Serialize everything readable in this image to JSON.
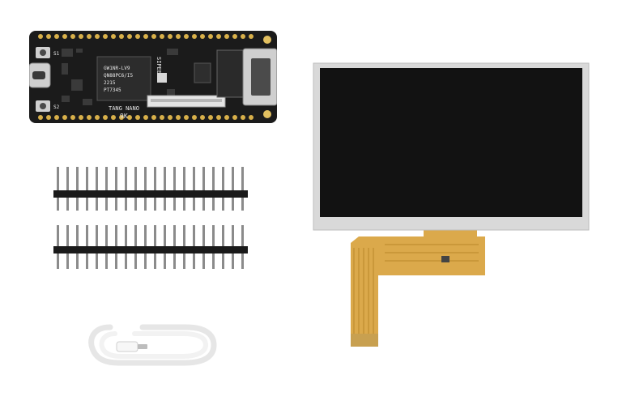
{
  "board": {
    "brand": "SIPEED",
    "model": "TANG NANO",
    "variant": "9K",
    "chip_text": [
      "GW1NR-LV9",
      "QN88PC6/I5",
      "2215",
      "PT7345"
    ],
    "button_labels": [
      "S1",
      "S2"
    ]
  },
  "colors": {
    "pcb": "#1b1b1b",
    "gold": "#d8b04a",
    "lcd_panel": "#121212",
    "lcd_frame": "#d9d9d9",
    "fpc": "#d9a441",
    "header_plastic": "#1a1a1a",
    "pin_metal": "#8b8b8b",
    "cable": "#f2f2f2"
  }
}
